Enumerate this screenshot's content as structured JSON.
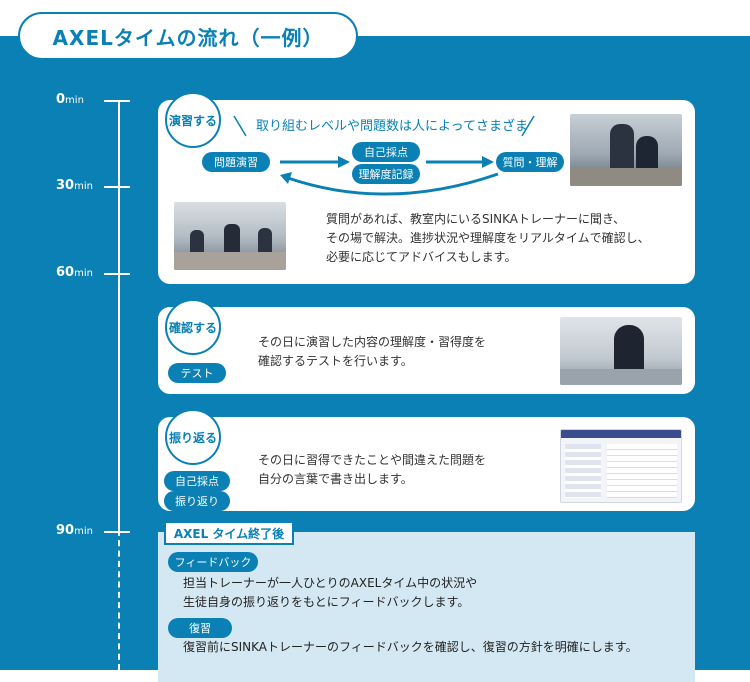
{
  "title": "AXELタイムの流れ（一例）",
  "timeline": [
    {
      "num": "0",
      "unit": "min"
    },
    {
      "num": "30",
      "unit": "min"
    },
    {
      "num": "60",
      "unit": "min"
    },
    {
      "num": "90",
      "unit": "min"
    }
  ],
  "step1": {
    "label": "演習する",
    "tagline": "取り組むレベルや問題数は人によってさまざま",
    "flow": {
      "a": "問題演習",
      "b": "自己採点",
      "c": "理解度記録",
      "d": "質問・理解"
    },
    "text1": "質問があれば、教室内にいるSINKAトレーナーに聞き、",
    "text2": "その場で解決。進捗状況や理解度をリアルタイムで確認し、",
    "text3": "必要に応じてアドバイスもします。"
  },
  "step2": {
    "label": "確認する",
    "tag": "テスト",
    "text1": "その日に演習した内容の理解度・習得度を",
    "text2": "確認するテストを行います。"
  },
  "step3": {
    "label": "振り返る",
    "tag1": "自己採点",
    "tag2": "振り返り",
    "text1": "その日に習得できたことや間違えた問題を",
    "text2": "自分の言葉で書き出します。"
  },
  "after": {
    "label": "AXEL タイム終了後",
    "feedback_tag": "フィードバック",
    "feedback_text1": "担当トレーナーが一人ひとりのAXELタイム中の状況や",
    "feedback_text2": "生徒自身の振り返りをもとにフィードバックします。",
    "review_tag": "復習",
    "review_text": "復習前にSINKAトレーナーのフィードバックを確認し、復習の方針を明確にします。"
  },
  "colors": {
    "primary": "#0a80b5",
    "light": "#d4e8f3"
  }
}
